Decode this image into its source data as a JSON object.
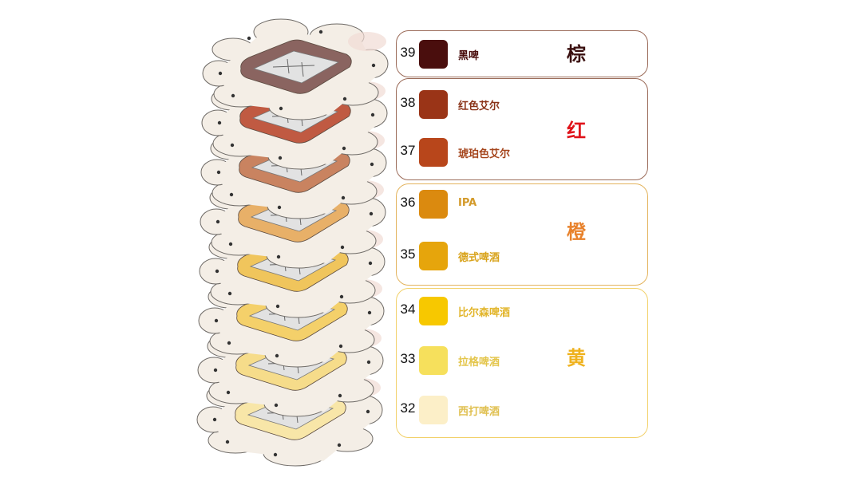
{
  "colors": {
    "brown_border": "#9a6a58",
    "red_border": "#9a6a58",
    "orange_border": "#e3b35c",
    "yellow_border": "#f2d16a",
    "brown_char": "#3a0f0f",
    "red_char": "#e0141b",
    "orange_char": "#e8822c",
    "yellow_char": "#efb21e",
    "coaster_fill": "#f4eee6",
    "coaster_stroke": "#6e6a66",
    "glass_fill": "#e2e2e2"
  },
  "groups": [
    {
      "char": "棕",
      "char_color": "#3a0f0f",
      "border": "#9a6a58",
      "items": [
        {
          "num": "39",
          "label": "黑啤",
          "swatch": "#4a0e0d",
          "label_color": "#4a0e0d"
        }
      ]
    },
    {
      "char": "红",
      "char_color": "#e0141b",
      "border": "#9a6a58",
      "items": [
        {
          "num": "38",
          "label": "红色艾尔",
          "swatch": "#9a3417",
          "label_color": "#8a3318"
        },
        {
          "num": "37",
          "label": "琥珀色艾尔",
          "swatch": "#b8461b",
          "label_color": "#a5451c"
        }
      ]
    },
    {
      "char": "橙",
      "char_color": "#e8822c",
      "border": "#e3b35c",
      "items": [
        {
          "num": "36",
          "label": "IPA",
          "swatch": "#db8a0f",
          "label_color": "#d39a2a"
        },
        {
          "num": "35",
          "label": "德式啤酒",
          "swatch": "#e6a50c",
          "label_color": "#d8a219"
        }
      ]
    },
    {
      "char": "黄",
      "char_color": "#efb21e",
      "border": "#f2d16a",
      "items": [
        {
          "num": "34",
          "label": "比尔森啤酒",
          "swatch": "#f7c800",
          "label_color": "#e2b52a"
        },
        {
          "num": "33",
          "label": "拉格啤酒",
          "swatch": "#f6e05c",
          "label_color": "#e3c54a"
        },
        {
          "num": "32",
          "label": "西打啤酒",
          "swatch": "#fcefc8",
          "label_color": "#e0c050"
        }
      ]
    }
  ],
  "coaster_rims": [
    "#8a6460",
    "#c05a42",
    "#c98360",
    "#e8b068",
    "#f0c55c",
    "#f4d06a",
    "#f6dc8a",
    "#f8e6a8"
  ]
}
